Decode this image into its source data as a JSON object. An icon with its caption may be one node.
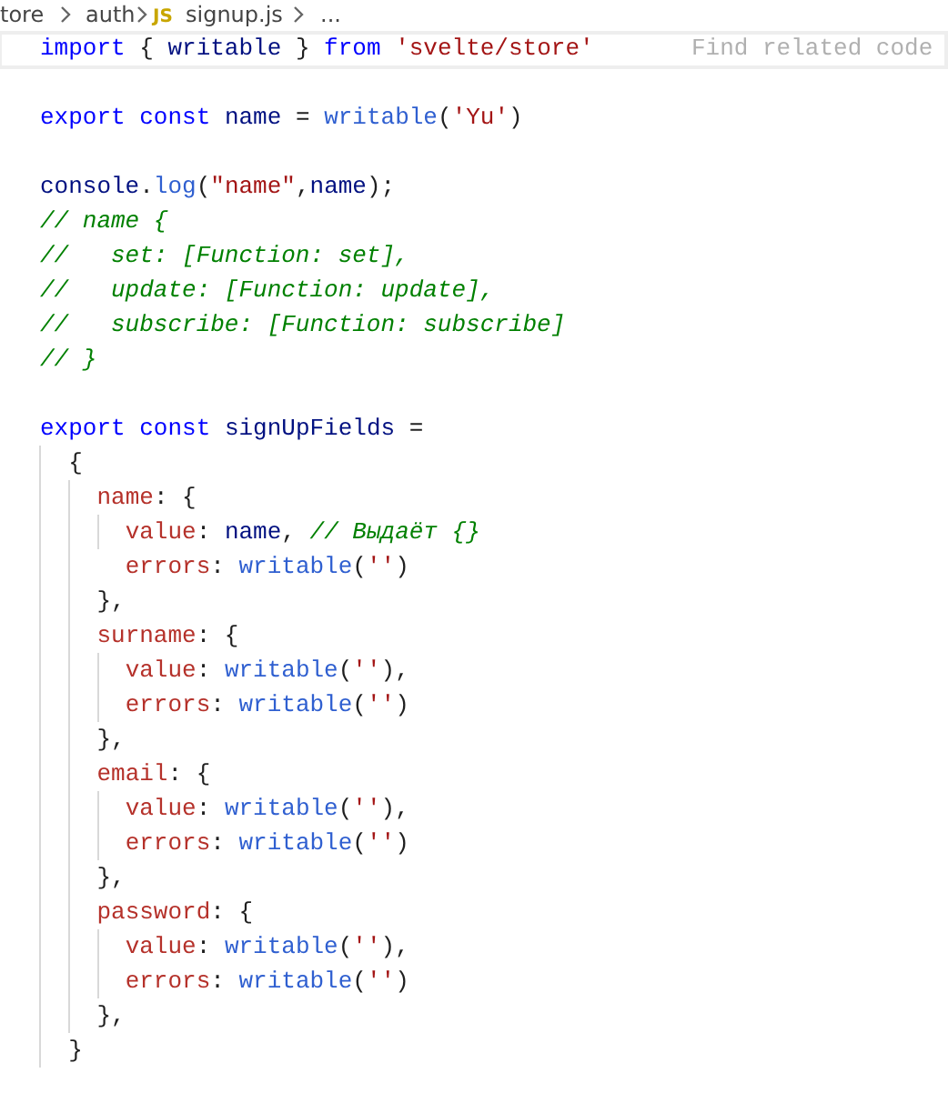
{
  "diagram": {
    "labels": [
      "tore",
      "auth",
      "JS",
      "signup.js",
      "...",
      "import { writable } from 'svelte/store'",
      "Find related code",
      "export const name = writable('Yu')",
      "console.log(\"name\",name);",
      "// name {",
      "//   set: [Function: set],",
      "//   update: [Function: update],",
      "//   subscribe: [Function: subscribe]",
      "// }",
      "export const signUpFields =",
      "  {",
      "    name: {",
      "      value: name, // Выдаёт {}",
      "      errors: writable('')",
      "    },",
      "    surname: {",
      "      value: writable(''),",
      "      errors: writable('')",
      "    },",
      "    email: {",
      "      value: writable(''),",
      "      errors: writable('')",
      "    },",
      "    password: {",
      "      value: writable(''),",
      "      errors: writable('')",
      "    },",
      "  }"
    ]
  }
}
